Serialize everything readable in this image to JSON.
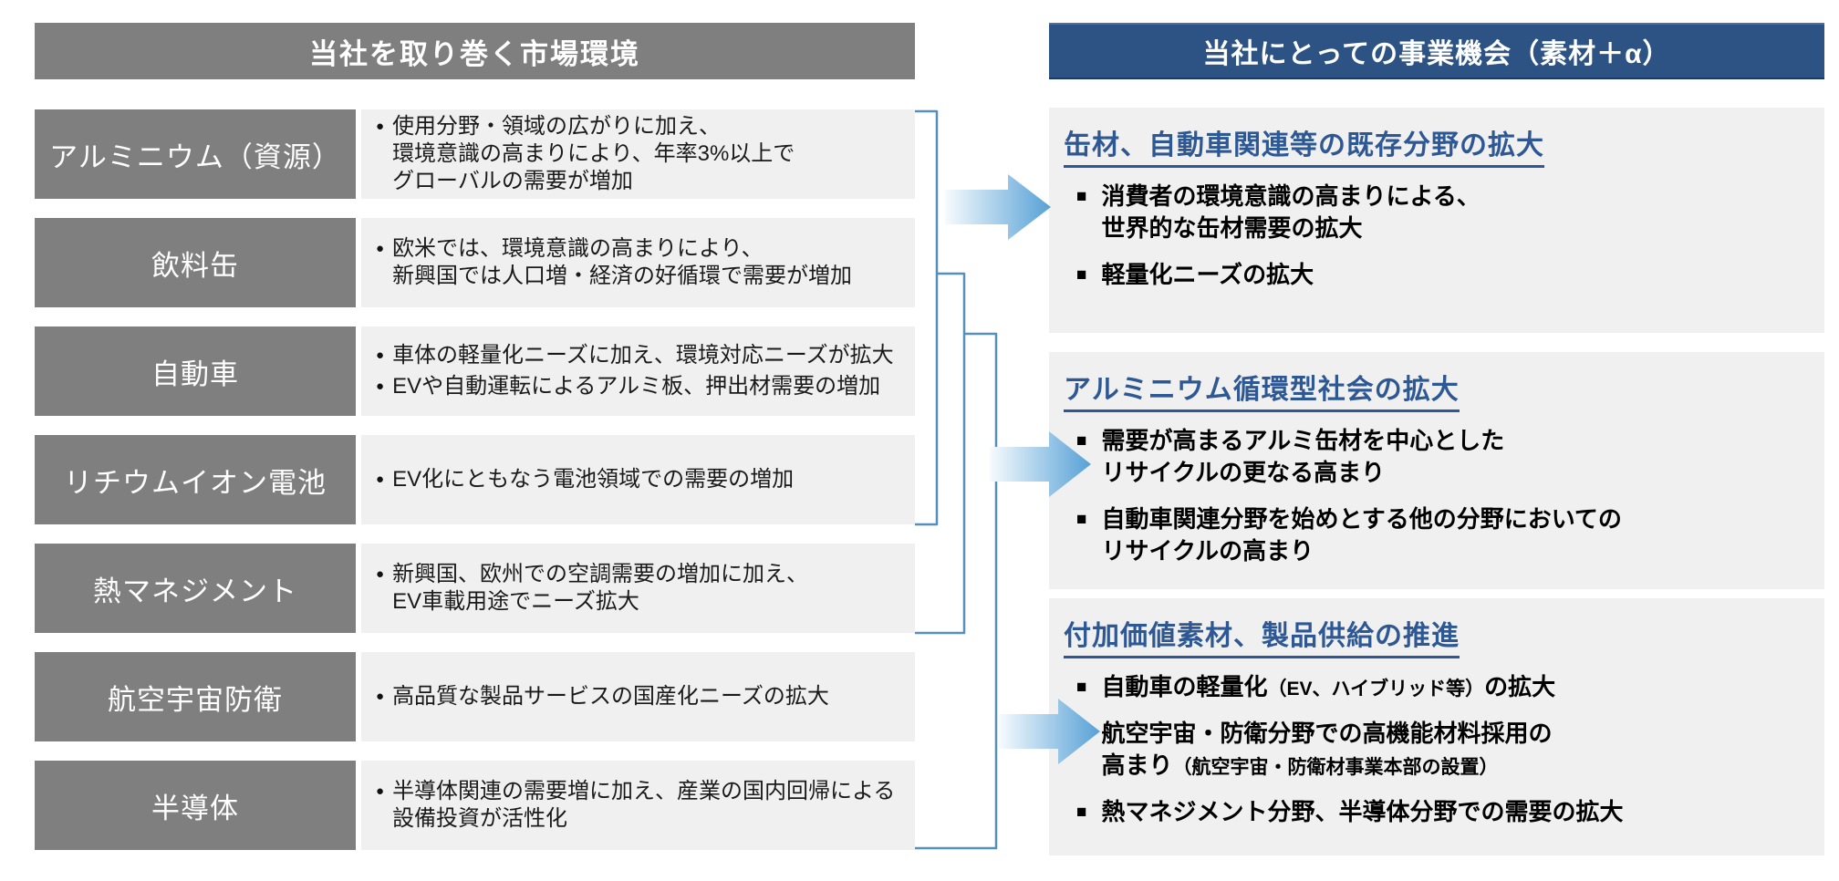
{
  "glyphs": {
    "dot": "●",
    "square": "■"
  },
  "colors": {
    "panel_gray": "#7f7f7f",
    "box_light": "#f0f0f0",
    "accent_navy": "#2d5385",
    "title_blue": "#2d5894",
    "connector_blue": "#5590bd",
    "arrow_blue": "#57a1d6",
    "arrow_light": "#f6fbfe",
    "text_dark": "#1a1a1a"
  },
  "left": {
    "header": "当社を取り巻く市場環境",
    "rows": [
      {
        "label": "アルミニウム（資源）",
        "bullets": [
          "使用分野・領域の広がりに加え、\n環境意識の高まりにより、年率3%以上で\nグローバルの需要が増加"
        ]
      },
      {
        "label": "飲料缶",
        "bullets": [
          "欧米では、環境意識の高まりにより、\n新興国では人口増・経済の好循環で需要が増加"
        ]
      },
      {
        "label": "自動車",
        "bullets": [
          "車体の軽量化ニーズに加え、環境対応ニーズが拡大",
          "EVや自動運転によるアルミ板、押出材需要の増加"
        ]
      },
      {
        "label": "リチウムイオン電池",
        "bullets": [
          "EV化にともなう電池領域での需要の増加"
        ]
      },
      {
        "label": "熱マネジメント",
        "bullets": [
          "新興国、欧州での空調需要の増加に加え、\nEV車載用途でニーズ拡大"
        ]
      },
      {
        "label": "航空宇宙防衛",
        "bullets": [
          "高品質な製品サービスの国産化ニーズの拡大"
        ]
      },
      {
        "label": "半導体",
        "bullets": [
          "半導体関連の需要増に加え、産業の国内回帰による\n設備投資が活性化"
        ]
      }
    ]
  },
  "right": {
    "header": "当社にとっての事業機会（素材＋α）",
    "boxes": [
      {
        "title": "缶材、自動車関連等の既存分野の拡大",
        "bullets": [
          {
            "pre": "消費者の環境意識の高まりによる、\n世界的な缶材需要の拡大"
          },
          {
            "pre": "軽量化ニーズの拡大"
          }
        ]
      },
      {
        "title": "アルミニウム循環型社会の拡大",
        "bullets": [
          {
            "pre": "需要が高まるアルミ缶材を中心とした\nリサイクルの更なる高まり"
          },
          {
            "pre": "自動車関連分野を始めとする他の分野においての\nリサイクルの高まり"
          }
        ]
      },
      {
        "title": "付加価値素材、製品供給の推進",
        "bullets": [
          {
            "pre": "自動車の軽量化",
            "small": "（EV、ハイブリッド等）",
            "post": "の拡大"
          },
          {
            "pre": "航空宇宙・防衛分野での高機能材料採用の\n高まり",
            "small": "（航空宇宙・防衛材事業本部の設置）"
          },
          {
            "pre": "熱マネジメント分野、半導体分野での需要の拡大"
          }
        ]
      }
    ]
  }
}
